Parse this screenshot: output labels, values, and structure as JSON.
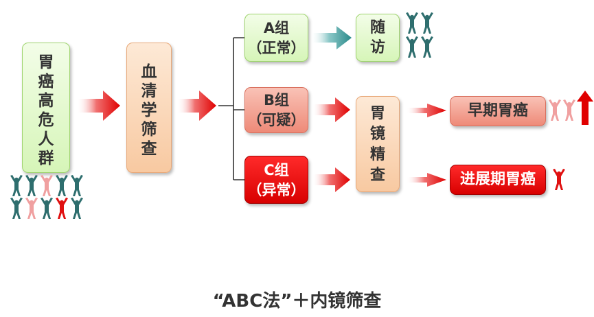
{
  "nodes": {
    "high_risk": "胃癌高危人群",
    "serum": "血清学筛查",
    "group_a_title": "A组",
    "group_a_sub": "（正常）",
    "group_b_title": "B组",
    "group_b_sub": "（可疑）",
    "group_c_title": "C组",
    "group_c_sub": "（异常）",
    "followup": "随访",
    "endoscopy": "胃镜精查",
    "early": "早期胃癌",
    "advanced": "进展期胃癌"
  },
  "caption": "“ABC法”＋内镜筛查",
  "colors": {
    "green": "#d6f5b8",
    "peach": "#f8c9a1",
    "pink": "#ee8a78",
    "red": "#e00000",
    "teal_arrow": "#3a9a9a",
    "person_teal": "#2e6e6e",
    "person_pink": "#f0a0a0",
    "person_red": "#e01010",
    "up_arrow": "#e00000"
  },
  "icons": [
    "person-icon",
    "up-arrow-icon"
  ]
}
